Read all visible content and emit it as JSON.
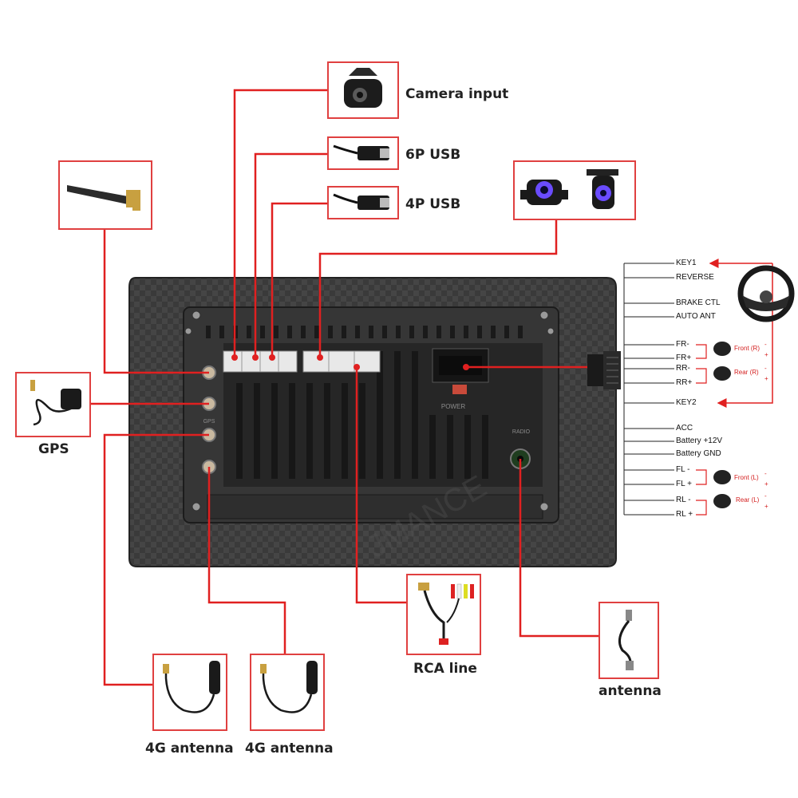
{
  "colors": {
    "wire": "#e02020",
    "box_border": "#e04040",
    "unit_body": "#3b3b3b",
    "unit_panel": "#2a2a2a",
    "label": "#222222"
  },
  "labels": {
    "camera_input": "Camera input",
    "usb_6p": "6P USB",
    "usb_4p": "4P USB",
    "gps": "GPS",
    "antenna_4g_1": "4G antenna",
    "antenna_4g_2": "4G antenna",
    "rca_line": "RCA line",
    "antenna": "antenna"
  },
  "unit": {
    "port_labels": {
      "power": "POWER",
      "radio": "RADIO",
      "gps": "GPS"
    },
    "watermark": "JMANCE"
  },
  "harness": {
    "wires": [
      "KEY1",
      "REVERSE",
      "BRAKE CTL",
      "AUTO ANT",
      "FR-",
      "FR+",
      "RR-",
      "RR+",
      "KEY2",
      "ACC",
      "Battery +12V",
      "Battery GND",
      "FL -",
      "FL +",
      "RL -",
      "RL +"
    ],
    "speakers": [
      {
        "label": "Front (R)",
        "minus": "-",
        "plus": "+"
      },
      {
        "label": "Rear (R)",
        "minus": "-",
        "plus": "+"
      },
      {
        "label": "Front (L)",
        "minus": "-",
        "plus": "+"
      },
      {
        "label": "Rear (L)",
        "minus": "-",
        "plus": "+"
      }
    ]
  },
  "icons": [
    "camera-icon",
    "usb-cable-icon",
    "backup-camera-icon",
    "gsm-antenna-icon",
    "gps-puck-icon",
    "4g-antenna-icon",
    "rca-cable-icon",
    "radio-antenna-cable-icon",
    "steering-wheel-icon",
    "speaker-icon"
  ]
}
